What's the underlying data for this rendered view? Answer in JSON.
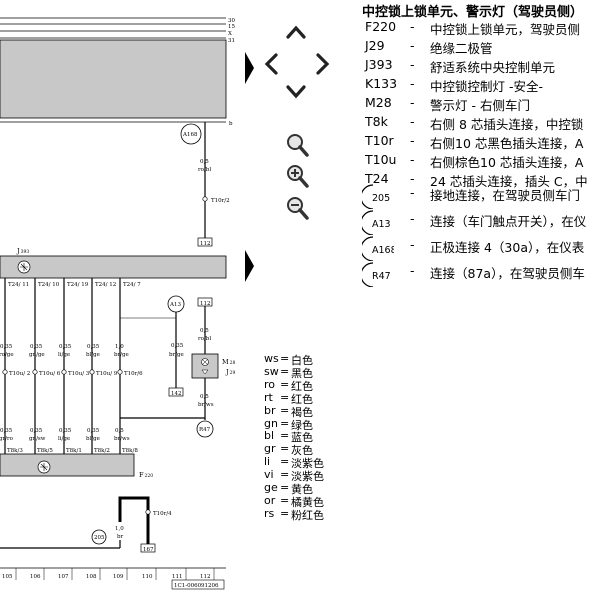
{
  "diagram": {
    "bus_lines": [
      "30",
      "15",
      "X",
      "31"
    ],
    "bus_line_b": "b",
    "j393": {
      "label": "J",
      "sub": "393"
    },
    "f220": {
      "label": "F",
      "sub": "220"
    },
    "m28": {
      "label": "M",
      "sub": "28"
    },
    "j29": {
      "label": "J",
      "sub": "29"
    },
    "bubbles": [
      "A168",
      "A13",
      "R47",
      "205"
    ],
    "t10r2": {
      "label": "T10r/2",
      "wire": "0,5",
      "color": "ro/bl",
      "ref": "112"
    },
    "pins_top": [
      {
        "pin": "T24/ 11",
        "wire": "0,35",
        "color": "ro/ge",
        "conn": "T10u/ 2",
        "wire2": "0,35",
        "color2": "gr/ro",
        "bottom": "T8k/3"
      },
      {
        "pin": "T24/ 10",
        "wire": "0,35",
        "color": "gn/ge",
        "conn": "T10u/ 6",
        "wire2": "0,35",
        "color2": "gn/sw",
        "bottom": "T8k/5"
      },
      {
        "pin": "T24/ 19",
        "wire": "0,35",
        "color": "li/ge",
        "conn": "T10u/ 3",
        "wire2": "0,35",
        "color2": "li/ge",
        "bottom": "T8k/1"
      },
      {
        "pin": "T24/ 12",
        "wire": "0,35",
        "color": "bl/ge",
        "conn": "T10u/ 9",
        "wire2": "0,35",
        "color2": "bl/ge",
        "bottom": "T8k/2"
      },
      {
        "pin": "T24/ 7",
        "wire": "1,0",
        "color": "br/ge",
        "conn": "T10r/6",
        "wire2": "0,5",
        "color2": "br/ws",
        "bottom": "T8k/8"
      }
    ],
    "a13_wire": {
      "wire": "0,35",
      "color": "br/ge",
      "ref": "142"
    },
    "m28_wire": {
      "ref_top": "112",
      "wire": "0,5",
      "color": "ro/bl",
      "wire2": "0,5",
      "color2": "br/ws"
    },
    "t10r4": {
      "label": "T10r/4",
      "wire": "1,0",
      "color": "br",
      "ref": "167"
    },
    "bottom_numbers": [
      "105",
      "106",
      "107",
      "108",
      "109",
      "110",
      "111",
      "112"
    ],
    "code": "1C1-006091206"
  },
  "nav_icons": [
    "arrow-up",
    "arrow-left",
    "arrow-right",
    "arrow-down",
    "zoom-fit",
    "zoom-in",
    "zoom-out",
    "collapse-panel",
    "expand-panel"
  ],
  "legend": {
    "title": "中控锁上锁单元、警示灯（驾驶员侧）",
    "items": [
      {
        "code": "F220",
        "dash": "-",
        "desc": "中控锁上锁单元，驾驶员侧"
      },
      {
        "code": "J29",
        "dash": "-",
        "desc": "绝缘二极管"
      },
      {
        "code": "J393",
        "dash": "-",
        "desc": "舒适系统中央控制单元"
      },
      {
        "code": "K133",
        "dash": "-",
        "desc": "中控锁控制灯 -安全-"
      },
      {
        "code": "M28",
        "dash": "-",
        "desc": "警示灯 - 右侧车门"
      },
      {
        "code": "T8k",
        "dash": "-",
        "desc": "右侧 8 芯插头连接，中控锁"
      },
      {
        "code": "T10r",
        "dash": "-",
        "desc": "右侧10 芯黑色插头连接，A"
      },
      {
        "code": "T10u",
        "dash": "-",
        "desc": "右侧棕色10 芯插头连接，A"
      },
      {
        "code": "T24",
        "dash": "-",
        "desc": "24 芯插头连接，插头 C，中"
      }
    ],
    "circles": [
      {
        "code": "205",
        "dash": "-",
        "desc": "接地连接，在驾驶员侧车门"
      },
      {
        "code": "A13",
        "dash": "-",
        "desc": "连接（车门触点开关），在仪"
      },
      {
        "code": "A168",
        "dash": "-",
        "desc": "正极连接 4（30a），在仪表"
      },
      {
        "code": "R47",
        "dash": "-",
        "desc": "连接（87a），在驾驶员侧车"
      }
    ]
  },
  "color_codes": [
    {
      "abbr": "ws",
      "eq": "=",
      "name": "白色"
    },
    {
      "abbr": "sw",
      "eq": "=",
      "name": "黑色"
    },
    {
      "abbr": "ro",
      "eq": "=",
      "name": "红色"
    },
    {
      "abbr": "rt",
      "eq": "=",
      "name": "红色"
    },
    {
      "abbr": "br",
      "eq": "=",
      "name": "褐色"
    },
    {
      "abbr": "gn",
      "eq": "=",
      "name": "绿色"
    },
    {
      "abbr": "bl",
      "eq": "=",
      "name": "蓝色"
    },
    {
      "abbr": "gr",
      "eq": "=",
      "name": "灰色"
    },
    {
      "abbr": "li",
      "eq": "=",
      "name": "淡紫色"
    },
    {
      "abbr": "vi",
      "eq": "=",
      "name": "淡紫色"
    },
    {
      "abbr": "ge",
      "eq": "=",
      "name": "黄色"
    },
    {
      "abbr": "or",
      "eq": "=",
      "name": "橘黄色"
    },
    {
      "abbr": "rs",
      "eq": "=",
      "name": "粉红色"
    }
  ]
}
